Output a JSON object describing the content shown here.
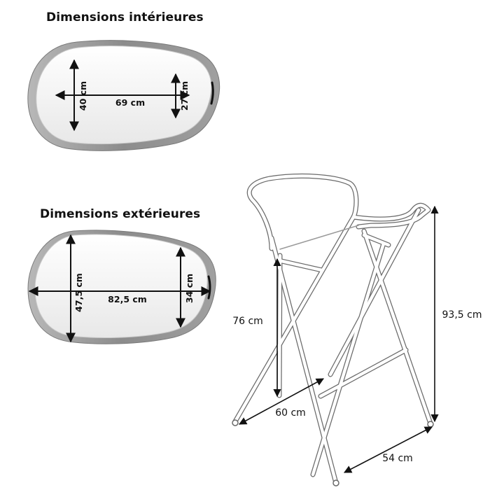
{
  "headings": {
    "interior": "Dimensions intérieures",
    "exterior": "Dimensions extérieures"
  },
  "interior": {
    "length": "69 cm",
    "width_large": "40 cm",
    "width_small": "27 cm"
  },
  "exterior": {
    "length": "82,5 cm",
    "width_large": "47,5 cm",
    "width_small": "34 cm"
  },
  "stand": {
    "seat_height": "76 cm",
    "total_height": "93,5 cm",
    "front_width": "60 cm",
    "depth": "54 cm"
  },
  "colors": {
    "tub_rim": "#9a9a9a",
    "tub_inner": "#f4f4f4",
    "stand_tube": "#ffffff",
    "stand_outline": "#555555",
    "arrow": "#111111"
  }
}
